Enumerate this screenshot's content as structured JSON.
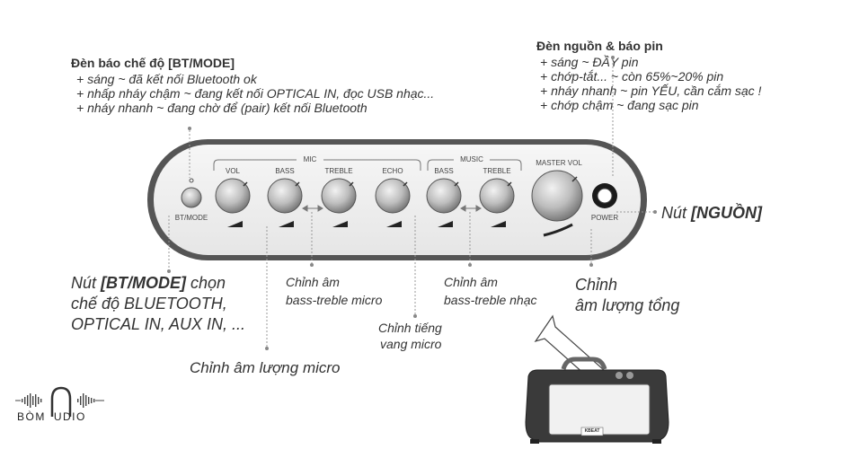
{
  "mode_light": {
    "title": "Đèn báo chế độ [BT/MODE]",
    "lines": [
      "+ sáng ~ đã kết nối Bluetooth ok",
      "+ nhấp nháy chậm ~ đang kết nối OPTICAL IN, đọc USB nhạc...",
      "+ nháy nhanh ~ đang chờ để (pair) kết nối Bluetooth"
    ]
  },
  "power_light": {
    "title": "Đèn nguồn & báo pin",
    "lines": [
      "+ sáng ~ ĐẦY pin",
      "+ chớp-tắt... ~ còn 65%~20% pin",
      "+ nháy nhanh ~ pin YẾU, cần cắm sạc !",
      "+ chớp chậm ~ đang sạc pin"
    ]
  },
  "panel": {
    "group_mic": "MIC",
    "group_music": "MUSIC",
    "knobs": [
      "VOL",
      "BASS",
      "TREBLE",
      "ECHO",
      "BASS",
      "TREBLE"
    ],
    "master": "MASTER VOL",
    "bt_mode": "BT/MODE",
    "power": "POWER"
  },
  "callouts": {
    "power_prefix": "Nút ",
    "power_bold": "[NGUỒN]",
    "bt_prefix": "Nút ",
    "bt_bold": "[BT/MODE]",
    "bt_rest_1": " chọn",
    "bt_line2": "chế độ BLUETOOTH,",
    "bt_line3": "OPTICAL IN, AUX IN, ...",
    "mic_bass_treble_1": "Chỉnh âm",
    "mic_bass_treble_2": "bass-treble micro",
    "music_bass_treble_1": "Chỉnh âm",
    "music_bass_treble_2": "bass-treble nhạc",
    "master_vol_1": "Chỉnh",
    "master_vol_2": "âm lượng tổng",
    "echo_1": "Chỉnh tiếng",
    "echo_2": "vang micro",
    "mic_vol": "Chỉnh âm lượng micro"
  },
  "logo": {
    "text_left": "BÒM",
    "text_right": "UDIO"
  },
  "speaker": {
    "badge": "KBEAT"
  }
}
